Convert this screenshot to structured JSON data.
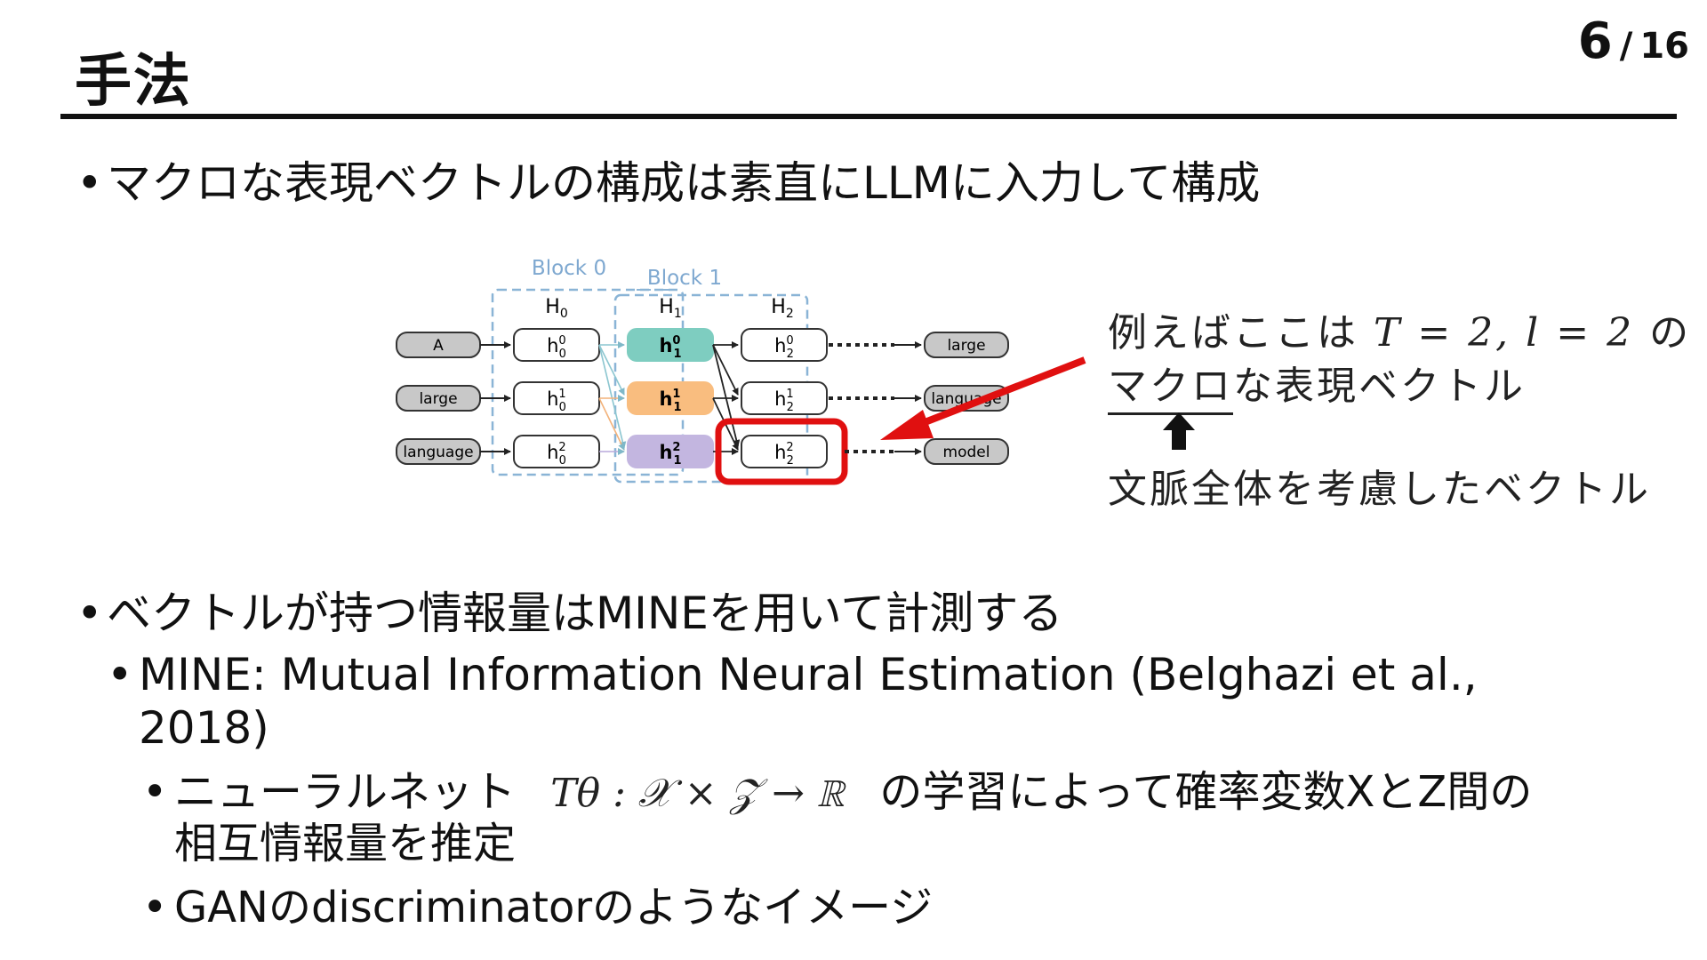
{
  "slide": {
    "title": "手法",
    "page_current": "6",
    "page_separator": "/",
    "page_total": "16"
  },
  "bullets": {
    "b1": "マクロな表現ベクトルの構成は素直にLLMに入力して構成",
    "b2": "ベクトルが持つ情報量はMINEを用いて計測する",
    "b2_sub1_line1": "MINE: Mutual Information Neural Estimation (Belghazi et al.,",
    "b2_sub1_line2": "2018)",
    "b2_sub1_sub1_pre": "ニューラルネット",
    "b2_sub1_sub1_math": "Tθ : 𝒳 × 𝒵 → ℝ",
    "b2_sub1_sub1_post": "の学習によって確率変数XとZ間の",
    "b2_sub1_sub1_line2": "相互情報量を推定",
    "b2_sub1_sub2": "GANのdiscriminatorのようなイメージ"
  },
  "diagram": {
    "block0": "Block 0",
    "block1": "Block 1",
    "H0": "H",
    "H0_sub": "0",
    "H1": "H",
    "H1_sub": "1",
    "H2": "H",
    "H2_sub": "2",
    "inputs": [
      "A",
      "large",
      "language"
    ],
    "outputs": [
      "large",
      "language",
      "model"
    ],
    "cells": [
      {
        "base": "h",
        "sup": "0",
        "sub": "0"
      },
      {
        "base": "h",
        "sup": "1",
        "sub": "0"
      },
      {
        "base": "h",
        "sup": "2",
        "sub": "0"
      },
      {
        "base": "h",
        "sup": "0",
        "sub": "1"
      },
      {
        "base": "h",
        "sup": "1",
        "sub": "1"
      },
      {
        "base": "h",
        "sup": "2",
        "sub": "1"
      },
      {
        "base": "h",
        "sup": "0",
        "sub": "2"
      },
      {
        "base": "h",
        "sup": "1",
        "sub": "2"
      },
      {
        "base": "h",
        "sup": "2",
        "sub": "2"
      }
    ],
    "colors": {
      "teal": "#7ecdc0",
      "orange": "#f9bd7f",
      "lavender": "#c3b6e0",
      "block_border": "#8ab4d6",
      "highlight": "#e01010"
    }
  },
  "annotation": {
    "line1_pre": "例えばここは",
    "line1_math": "T = 2, l = 2",
    "line1_post": "の",
    "line2_underlined": "マクロ",
    "line2_rest": "な表現ベクトル",
    "line3": "文脈全体を考慮したベクトル"
  }
}
